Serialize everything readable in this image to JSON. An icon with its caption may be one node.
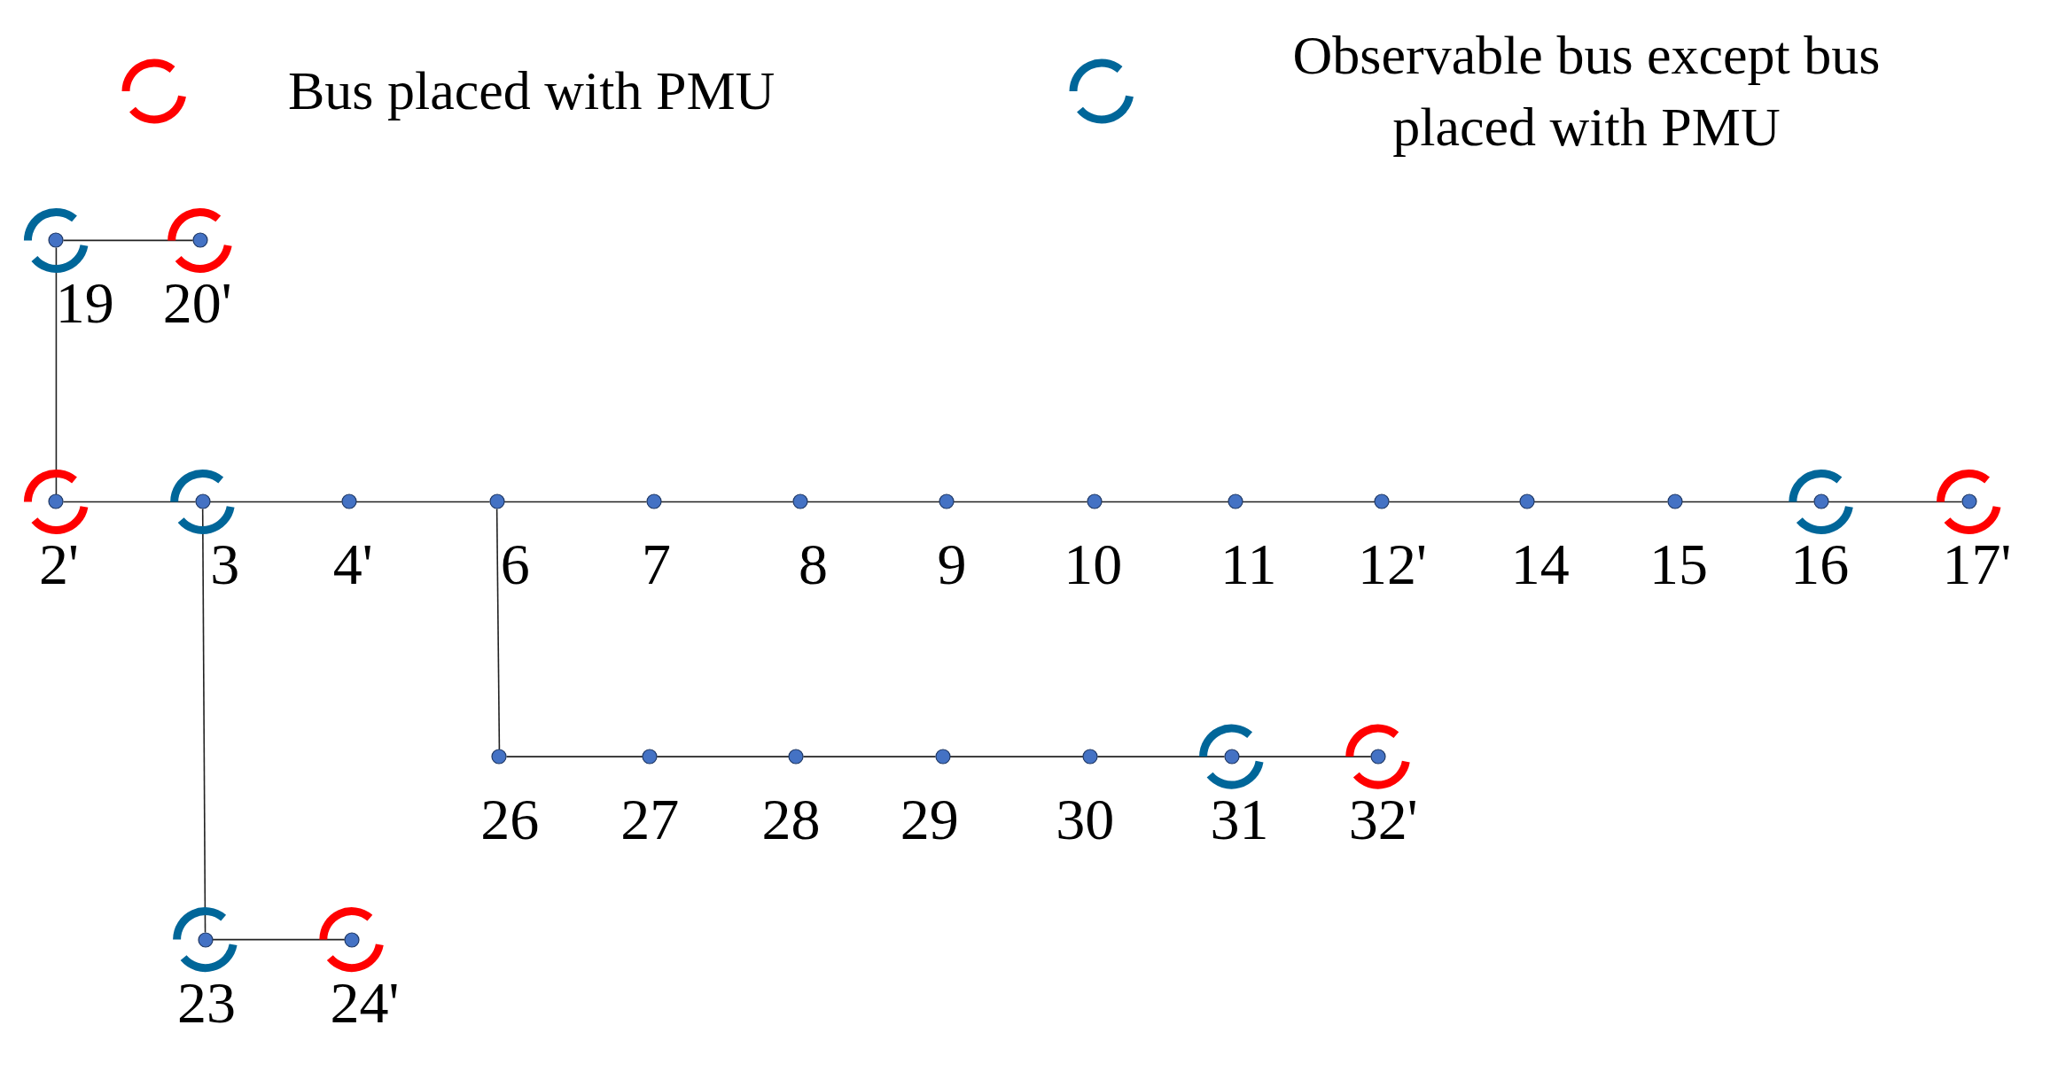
{
  "diagram": {
    "nodes": [
      {
        "text": [
          "19"
        ]
      },
      {
        "text": [
          "20'"
        ]
      },
      {
        "text": [
          "2'"
        ]
      },
      {
        "text": [
          "3"
        ]
      },
      {
        "text": [
          "4'"
        ]
      },
      {
        "text": [
          "6"
        ]
      },
      {
        "text": [
          "7"
        ]
      },
      {
        "text": [
          "8"
        ]
      },
      {
        "text": [
          "9"
        ]
      },
      {
        "text": [
          "10"
        ]
      },
      {
        "text": [
          "11"
        ]
      },
      {
        "text": [
          "12'"
        ]
      },
      {
        "text": [
          "14"
        ]
      },
      {
        "text": [
          "15"
        ]
      },
      {
        "text": [
          "16"
        ]
      },
      {
        "text": [
          "17'"
        ]
      },
      {
        "text": [
          "26"
        ]
      },
      {
        "text": [
          "27"
        ]
      },
      {
        "text": [
          "28"
        ]
      },
      {
        "text": [
          "29"
        ]
      },
      {
        "text": [
          "30"
        ]
      },
      {
        "text": [
          "31"
        ]
      },
      {
        "text": [
          "32'"
        ]
      },
      {
        "text": [
          "23"
        ]
      },
      {
        "text": [
          "24'"
        ]
      }
    ],
    "edges": [
      {
        "from": 0,
        "to": 1,
        "arrow": "none"
      },
      {
        "from": 0,
        "to": 2,
        "arrow": "none"
      },
      {
        "from": 2,
        "to": 3,
        "arrow": "none"
      },
      {
        "from": 3,
        "to": 4,
        "arrow": "none"
      },
      {
        "from": 4,
        "to": 5,
        "arrow": "none"
      },
      {
        "from": 5,
        "to": 6,
        "arrow": "none"
      },
      {
        "from": 6,
        "to": 7,
        "arrow": "none"
      },
      {
        "from": 7,
        "to": 8,
        "arrow": "none"
      },
      {
        "from": 8,
        "to": 9,
        "arrow": "none"
      },
      {
        "from": 9,
        "to": 10,
        "arrow": "none"
      },
      {
        "from": 10,
        "to": 11,
        "arrow": "none"
      },
      {
        "from": 11,
        "to": 12,
        "arrow": "none"
      },
      {
        "from": 12,
        "to": 13,
        "arrow": "none"
      },
      {
        "from": 13,
        "to": 14,
        "arrow": "none"
      },
      {
        "from": 14,
        "to": 15,
        "arrow": "none"
      },
      {
        "from": 5,
        "to": 16,
        "arrow": "none"
      },
      {
        "from": 16,
        "to": 17,
        "arrow": "none"
      },
      {
        "from": 17,
        "to": 18,
        "arrow": "none"
      },
      {
        "from": 18,
        "to": 19,
        "arrow": "none"
      },
      {
        "from": 19,
        "to": 20,
        "arrow": "none"
      },
      {
        "from": 20,
        "to": 21,
        "arrow": "none"
      },
      {
        "from": 21,
        "to": 22,
        "arrow": "none"
      },
      {
        "from": 3,
        "to": 23,
        "arrow": "none"
      },
      {
        "from": 23,
        "to": 24,
        "arrow": "none"
      }
    ],
    "legend": [
      {
        "text": "Bus placed with PMU",
        "color": "#ff0000"
      },
      {
        "text": "Observable bus except bus placed with PMU",
        "color": "#006699"
      }
    ]
  }
}
